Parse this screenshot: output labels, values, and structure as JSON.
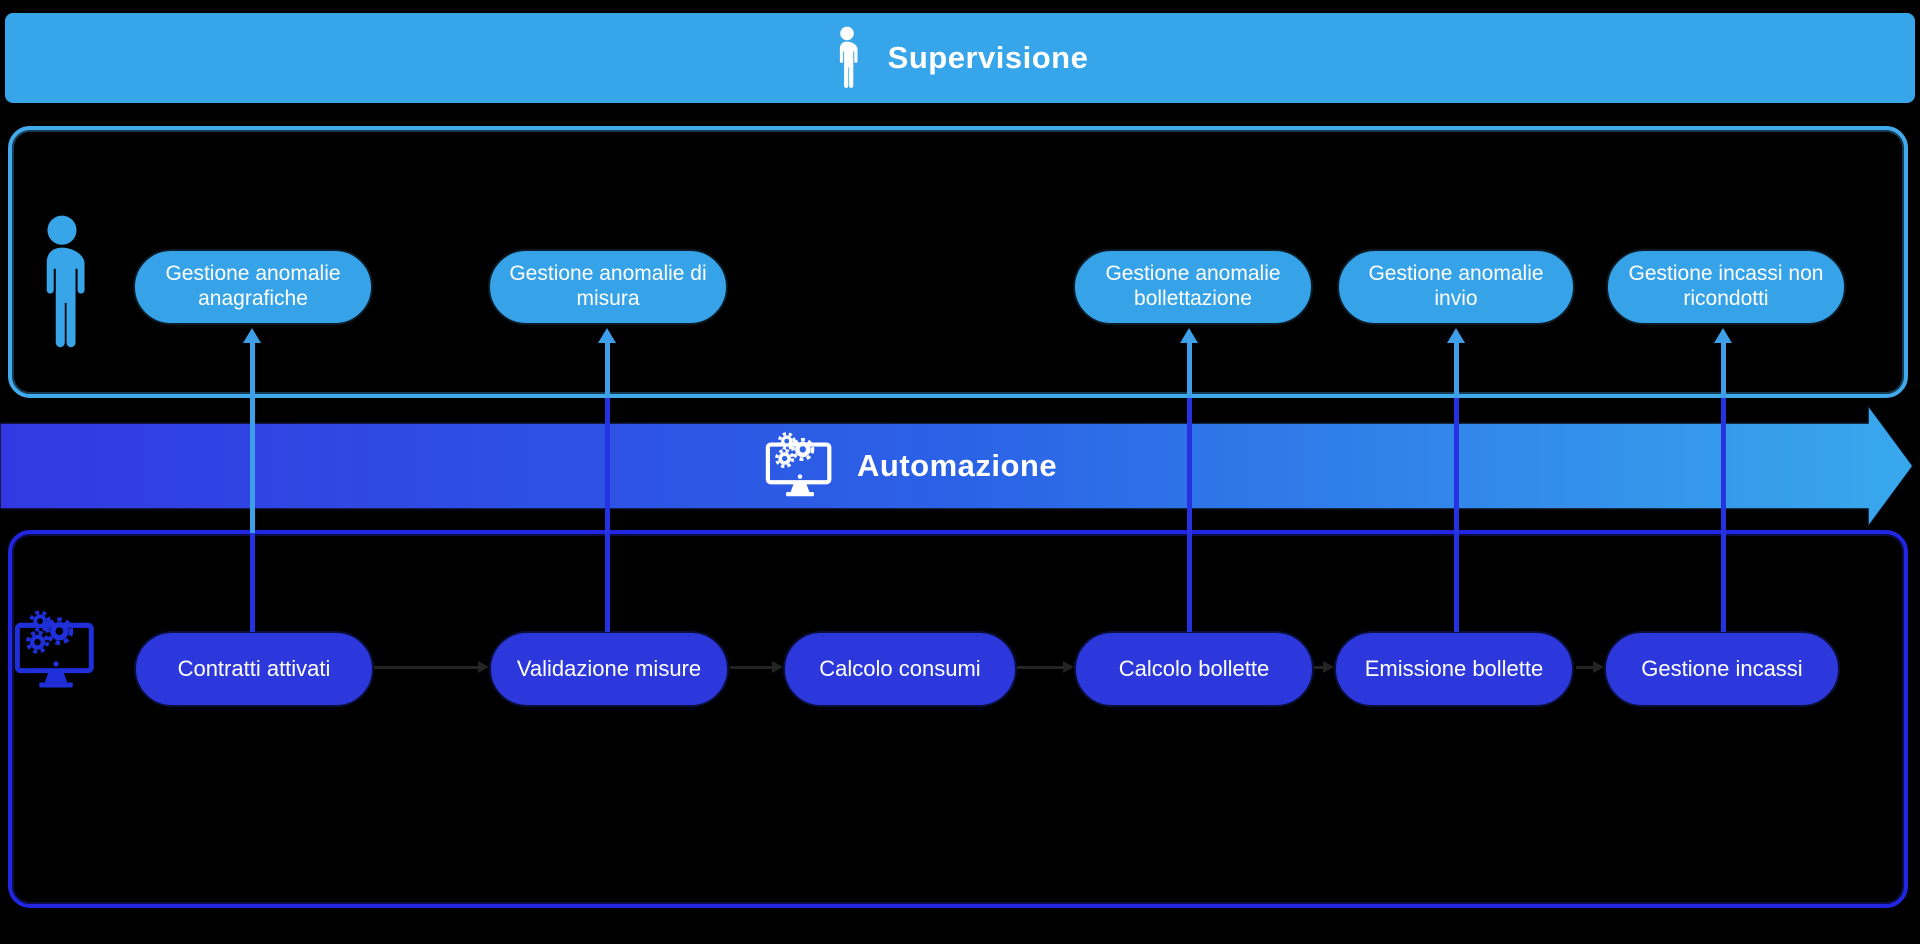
{
  "banner": {
    "label": "Supervisione",
    "icon": "person-icon"
  },
  "supervision_lane": {
    "icon": "person-icon",
    "pills": [
      {
        "label": "Gestione anomalie anagrafiche"
      },
      {
        "label": "Gestione anomalie di misura"
      },
      {
        "label": "Gestione anomalie bollettazione"
      },
      {
        "label": "Gestione anomalie invio"
      },
      {
        "label": "Gestione incassi non ricondotti"
      }
    ]
  },
  "automation_band": {
    "label": "Automazione",
    "icon": "computer-gears-icon"
  },
  "automation_lane": {
    "icon": "computer-gears-icon",
    "pills": [
      {
        "label": "Contratti attivati"
      },
      {
        "label": "Validazione misure"
      },
      {
        "label": "Calcolo consumi"
      },
      {
        "label": "Calcolo bollette"
      },
      {
        "label": "Emissione bollette"
      },
      {
        "label": "Gestione incassi"
      }
    ]
  },
  "colors": {
    "light_blue": "#36a3e8",
    "royal_blue": "#2c38dc",
    "band_gradient_start": "#3239e2",
    "band_gradient_mid": "#2b62e6",
    "band_gradient_end": "#38a8ec",
    "top_lane_border": "#42a9eb",
    "bottom_lane_border": "#2126e3",
    "connector_light": "#3e9fe8",
    "connector_royal": "#2532df",
    "background": "#000000",
    "text": "#ffffff"
  }
}
